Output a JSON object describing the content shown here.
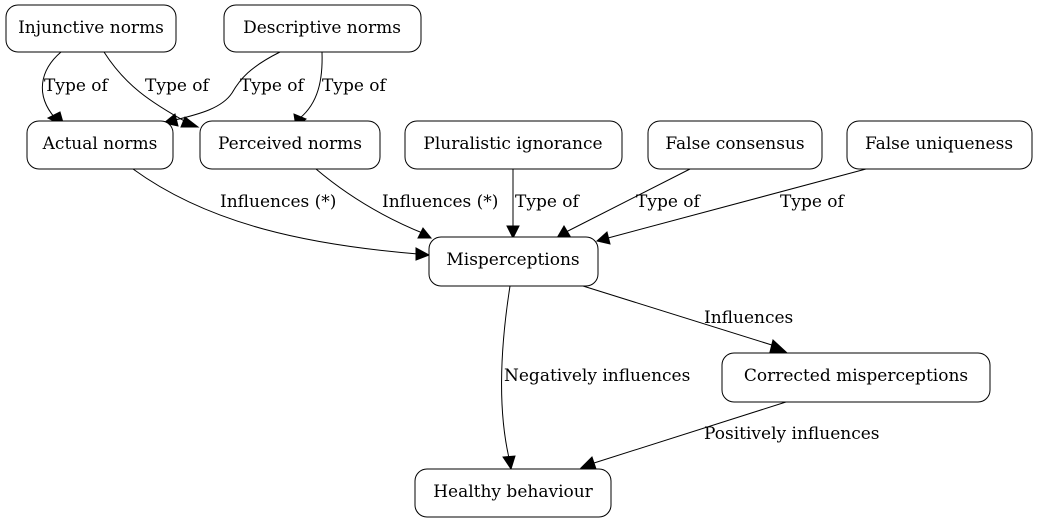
{
  "nodes": {
    "injunctive": "Injunctive norms",
    "descriptive": "Descriptive norms",
    "actual": "Actual norms",
    "perceived": "Perceived norms",
    "pluralistic": "Pluralistic ignorance",
    "false_consensus": "False consensus",
    "false_uniqueness": "False uniqueness",
    "misperceptions": "Misperceptions",
    "corrected": "Corrected misperceptions",
    "healthy": "Healthy behaviour"
  },
  "edges": [
    {
      "from": "injunctive",
      "to": "actual",
      "label": "Type of"
    },
    {
      "from": "injunctive",
      "to": "perceived",
      "label": "Type of"
    },
    {
      "from": "descriptive",
      "to": "actual",
      "label": "Type of"
    },
    {
      "from": "descriptive",
      "to": "perceived",
      "label": "Type of"
    },
    {
      "from": "actual",
      "to": "misperceptions",
      "label": "Influences (*)"
    },
    {
      "from": "perceived",
      "to": "misperceptions",
      "label": "Influences (*)"
    },
    {
      "from": "pluralistic",
      "to": "misperceptions",
      "label": "Type of"
    },
    {
      "from": "false_consensus",
      "to": "misperceptions",
      "label": "Type of"
    },
    {
      "from": "false_uniqueness",
      "to": "misperceptions",
      "label": "Type of"
    },
    {
      "from": "misperceptions",
      "to": "corrected",
      "label": "Influences"
    },
    {
      "from": "misperceptions",
      "to": "healthy",
      "label": "Negatively influences"
    },
    {
      "from": "corrected",
      "to": "healthy",
      "label": "Positively influences"
    }
  ]
}
